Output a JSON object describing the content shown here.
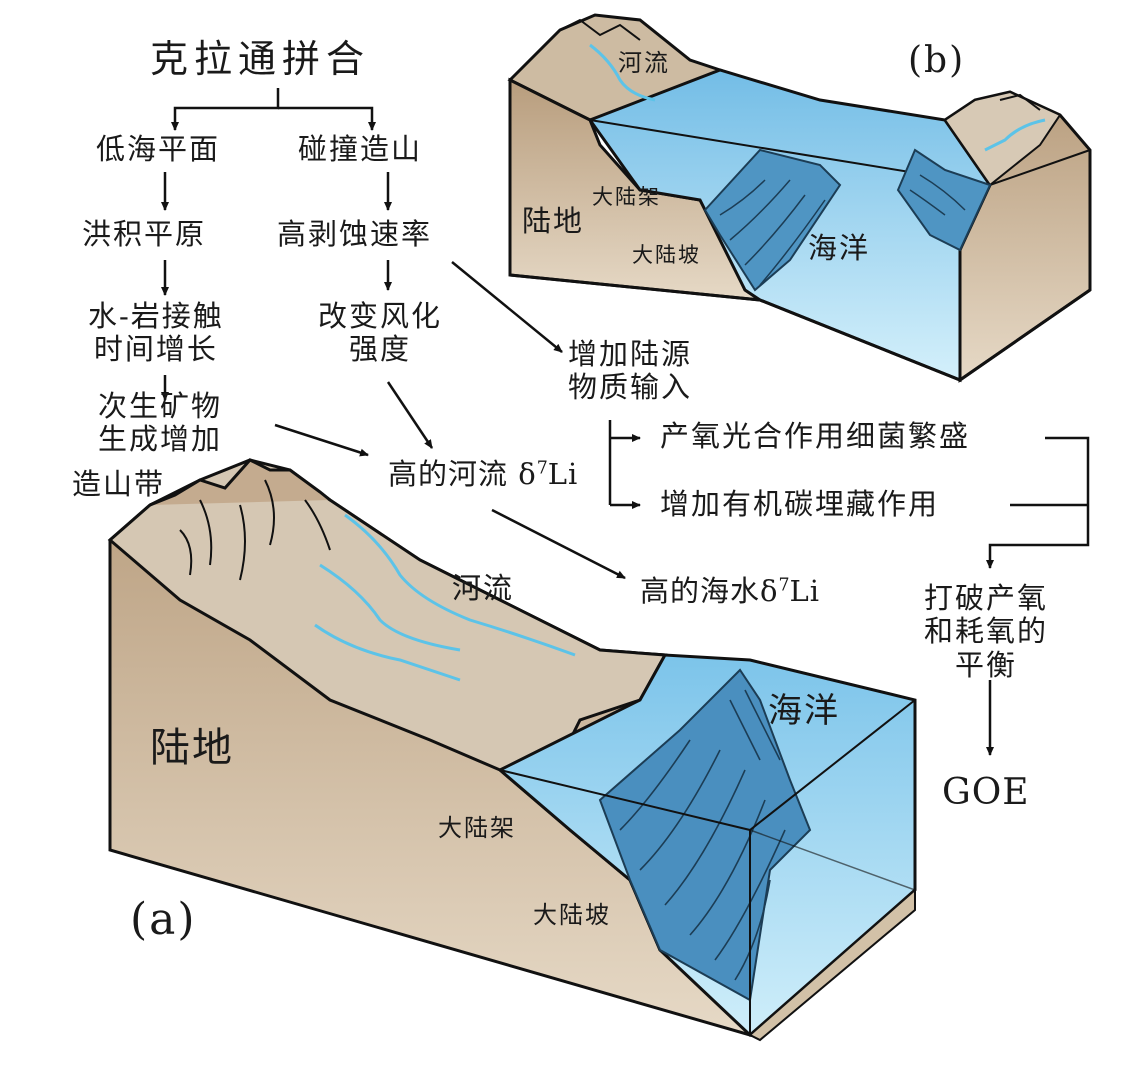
{
  "flowchart": {
    "root": "克拉通拼合",
    "left_branch": {
      "step1": "低海平面",
      "step2": "洪积平原",
      "step3": [
        "水-岩接触",
        "时间增长"
      ],
      "step4": [
        "次生矿物",
        "生成增加"
      ]
    },
    "right_branch": {
      "step1": "碰撞造山",
      "step2": "高剥蚀速率",
      "step3": [
        "改变风化",
        "强度"
      ]
    },
    "center": {
      "river": {
        "prefix": "高的河流 δ",
        "sup": "7",
        "suffix": "Li"
      },
      "seawater": {
        "prefix": "高的海水δ",
        "sup": "7",
        "suffix": "Li"
      }
    },
    "input": [
      "增加陆源",
      "物质输入"
    ],
    "outcome1": "产氧光合作用细菌繁盛",
    "outcome2": "增加有机碳埋藏作用",
    "balance": [
      "打破产氧",
      "和耗氧的",
      "平衡"
    ],
    "final": "GOE"
  },
  "panel_a": {
    "tag": "(a)",
    "orogen": "造山带",
    "river": "河流",
    "ocean": "海洋",
    "land": "陆地",
    "shelf": "大陆架",
    "slope": "大陆坡"
  },
  "panel_b": {
    "tag": "(b)",
    "river": "河流",
    "land": "陆地",
    "shelf": "大陆架",
    "slope": "大陆坡",
    "ocean": "海洋"
  },
  "colors": {
    "land_side": "#c2a98b",
    "land_top": "#d7c9b5",
    "mountain": "#c9b49a",
    "water": "#9fd6ee",
    "water_deep": "#5aa9d4",
    "slope_dark": "#4a8fbf",
    "river": "#5cc3e8"
  }
}
